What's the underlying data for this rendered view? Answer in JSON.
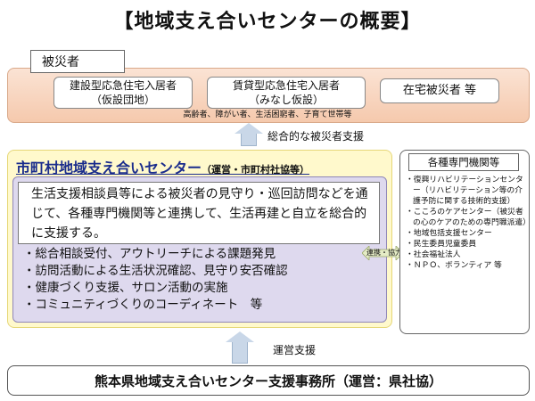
{
  "title": "【地域支え合いセンターの概要】",
  "victims": {
    "label": "被災者",
    "box1": {
      "line1": "建設型応急住宅入居者",
      "line2": "（仮設団地）"
    },
    "box2": {
      "line1": "賃貸型応急住宅入居者",
      "line2": "（みなし仮設）"
    },
    "box3": "在宅被災者 等",
    "note": "高齢者、障がい者、生活困窮者、子育て世帯等"
  },
  "arrow_top_label": "総合的な被災者支援",
  "center": {
    "title": "市町村地域支え合いセンター",
    "subtitle": "（運営・市町村社協等）",
    "description": "生活支援相談員等による被災者の見守り・巡回訪問などを通じて、各種専門機関等と連携して、生活再建と自立を総合的に支援する。",
    "bullets": [
      "・総合相談受付、アウトリーチによる課題発見",
      "・訪問活動による生活状況確認、見守り安否確認",
      "・健康づくり支援、サロン活動の実施",
      "・コミュニティづくりのコーディネート　等"
    ]
  },
  "collab_label": "連携・協力",
  "experts": {
    "title": "各種専門機関等",
    "items": [
      "・復興リハビリテーションセンター（リハビリテーション等の介護予防に関する技術的支援）",
      "・こころのケアセンター（被災者の心のケアのための専門職派遣）",
      "・地域包括支援センター",
      "・民生委員児童委員",
      "・社会福祉法人",
      "・ＮＰＯ、ボランティア 等"
    ]
  },
  "arrow_bottom_label": "運営支援",
  "bottom": "熊本県地域支え合いセンター支援事務所（運営：県社協）",
  "colors": {
    "victims_bg": "#f5c9ad",
    "center_bg": "#fff9cc",
    "inner_bg": "#ded9ee",
    "title_blue": "#1a2c8c",
    "arrow": "#c9d7e8"
  }
}
